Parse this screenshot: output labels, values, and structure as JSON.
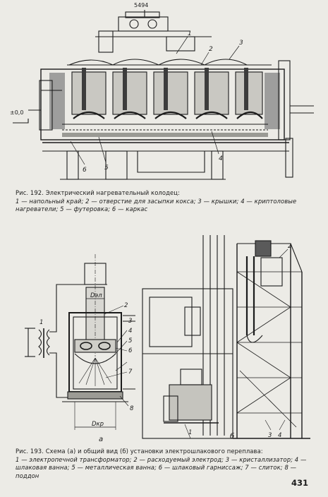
{
  "page_number": "431",
  "figure_192": {
    "top_label": "5494",
    "level_label": "±0,0",
    "callouts": [
      "1",
      "2",
      "3",
      "4",
      "5",
      "6"
    ],
    "caption_title": "Рис. 192. Электрический нагревательный колодец:",
    "caption_legend": "1 — напольный край; 2 — отверстие для засыпки кокса; 3 — крышки; 4 — крипто­ловые нагреватели; 5 — футеровка; 6 — каркас"
  },
  "figure_193": {
    "dim_top": "Dэл",
    "dim_bottom": "Dкр",
    "callouts": [
      "1",
      "2",
      "3",
      "4",
      "5",
      "6",
      "7",
      "8"
    ],
    "right_callouts": [
      "2",
      "1",
      "3",
      "4"
    ],
    "sublabel_a": "а",
    "sublabel_b": "б",
    "caption_title": "Рис. 193. Схема (а) и общий вид (б) установки электрошлакового переплава:",
    "caption_legend": "1 — электропечной трансформатор; 2 — расходуемый электрод; 3 — кристалли­затор; 4 — шлаковая ванна; 5 — металлическая ванна; 6 — шлаковый гарниссаж; 7 — слиток; 8 — поддон"
  }
}
